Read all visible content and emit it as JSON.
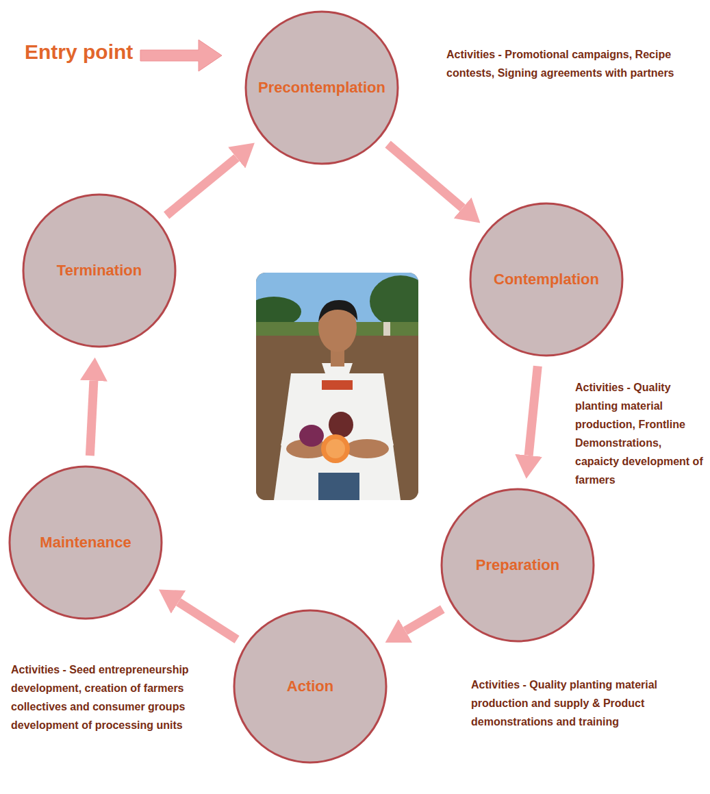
{
  "diagram": {
    "nodes": [
      {
        "text": [
          "Precontemplation"
        ]
      },
      {
        "text": [
          "Contemplation"
        ]
      },
      {
        "text": [
          "Preparation"
        ]
      },
      {
        "text": [
          "Action"
        ]
      },
      {
        "text": [
          "Maintenance"
        ]
      },
      {
        "text": [
          "Termination"
        ]
      }
    ],
    "edges": [
      {
        "from": 0,
        "to": 1,
        "arrow": "to"
      },
      {
        "from": 1,
        "to": 2,
        "arrow": "to"
      },
      {
        "from": 2,
        "to": 3,
        "arrow": "to"
      },
      {
        "from": 3,
        "to": 4,
        "arrow": "to"
      },
      {
        "from": 4,
        "to": 5,
        "arrow": "to"
      },
      {
        "from": 5,
        "to": 0,
        "arrow": "to"
      }
    ],
    "labels": [
      "Entry point",
      "Activities - Promotional campaigns, Recipe contests, Signing agreements with partners",
      "Activities - Quality planting material production, Frontline Demonstrations, capaicty development of farmers",
      "Activities - Quality planting material production and supply & Product demonstrations and training",
      "Activities - Seed entrepreneurship development, creation of farmers collectives and consumer groups development of processing units"
    ]
  }
}
